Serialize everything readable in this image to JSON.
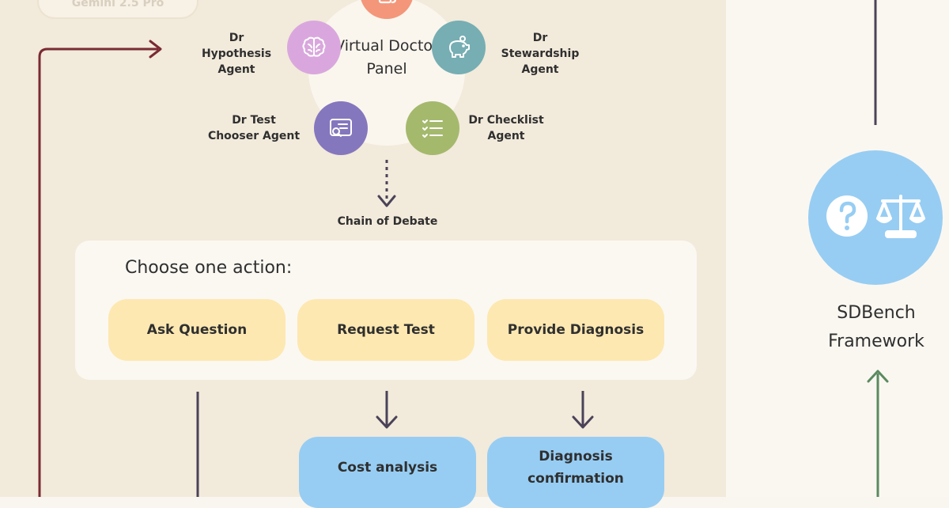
{
  "model": {
    "name": "Gemini 2.5 Pro"
  },
  "panel": {
    "title": "Virtual Doctor Panel",
    "agents": {
      "hypothesis": "Dr Hypothesis Agent",
      "stewardship": "Dr Stewardship Agent",
      "test_chooser": "Dr Test Chooser Agent",
      "checklist": "Dr Checklist Agent"
    },
    "chain_label": "Chain of Debate"
  },
  "actions": {
    "title": "Choose one action:",
    "options": [
      "Ask Question",
      "Request Test",
      "Provide Diagnosis"
    ]
  },
  "outcomes": [
    "Cost analysis",
    "Diagnosis confirmation"
  ],
  "framework": {
    "title": "SDBench Framework"
  },
  "colors": {
    "hypothesis": "#d9a7dd",
    "stewardship": "#76aeb3",
    "test_chooser": "#8577bd",
    "checklist": "#a5b96d",
    "top_agent": "#f4967a",
    "action": "#fde8b1",
    "outcome": "#97cdf3",
    "arrow_loop": "#7a2a33",
    "arrow_green": "#5a8a5e",
    "arrow_dark": "#4a4358"
  },
  "icons": {
    "hypothesis": "brain-icon",
    "stewardship": "piggy-bank-icon",
    "test_chooser": "report-search-icon",
    "checklist": "checklist-icon",
    "framework": [
      "question-icon",
      "scales-icon"
    ]
  }
}
